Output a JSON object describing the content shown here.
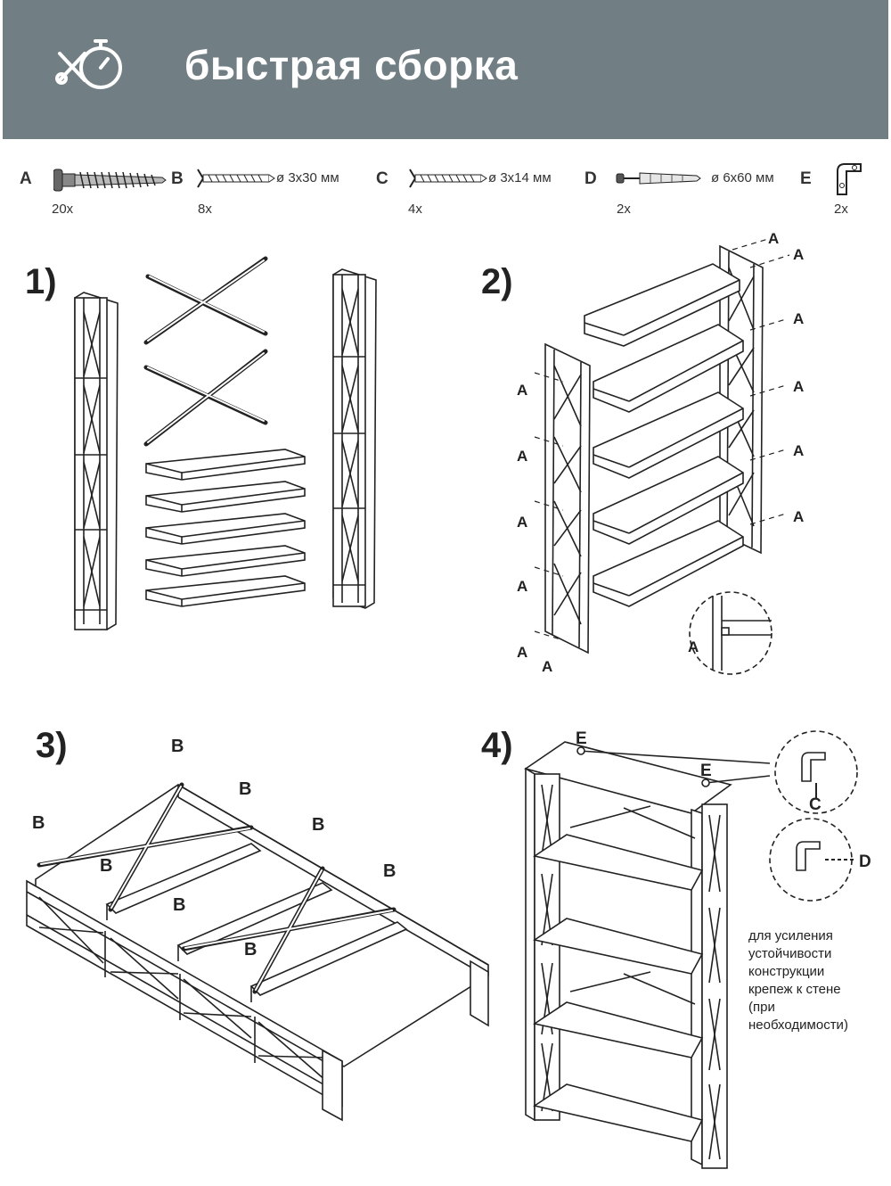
{
  "header": {
    "title": "быстрая сборка",
    "icon": "stopwatch-tools-icon",
    "bg_color": "#717e84"
  },
  "parts": [
    {
      "letter": "A",
      "qty": "20x",
      "size": "",
      "icon": "confirmat-screw-icon"
    },
    {
      "letter": "B",
      "qty": "8x",
      "size": "ø 3x30 мм",
      "icon": "long-screw-icon"
    },
    {
      "letter": "C",
      "qty": "4x",
      "size": "ø 3x14 мм",
      "icon": "short-screw-icon"
    },
    {
      "letter": "D",
      "qty": "2x",
      "size": "ø 6x60 мм",
      "icon": "wall-dowel-icon"
    },
    {
      "letter": "E",
      "qty": "2x",
      "size": "",
      "icon": "corner-bracket-icon"
    }
  ],
  "steps": [
    {
      "number": "1)"
    },
    {
      "number": "2)",
      "callout": "A"
    },
    {
      "number": "3)",
      "callout": "B"
    },
    {
      "number": "4)",
      "callout_e": "E",
      "callout_c": "C",
      "callout_d": "D"
    }
  ],
  "note": [
    "для усиления",
    "устойчивости",
    "конструкции",
    "крепеж к стене",
    "(при",
    "необходимости)"
  ]
}
